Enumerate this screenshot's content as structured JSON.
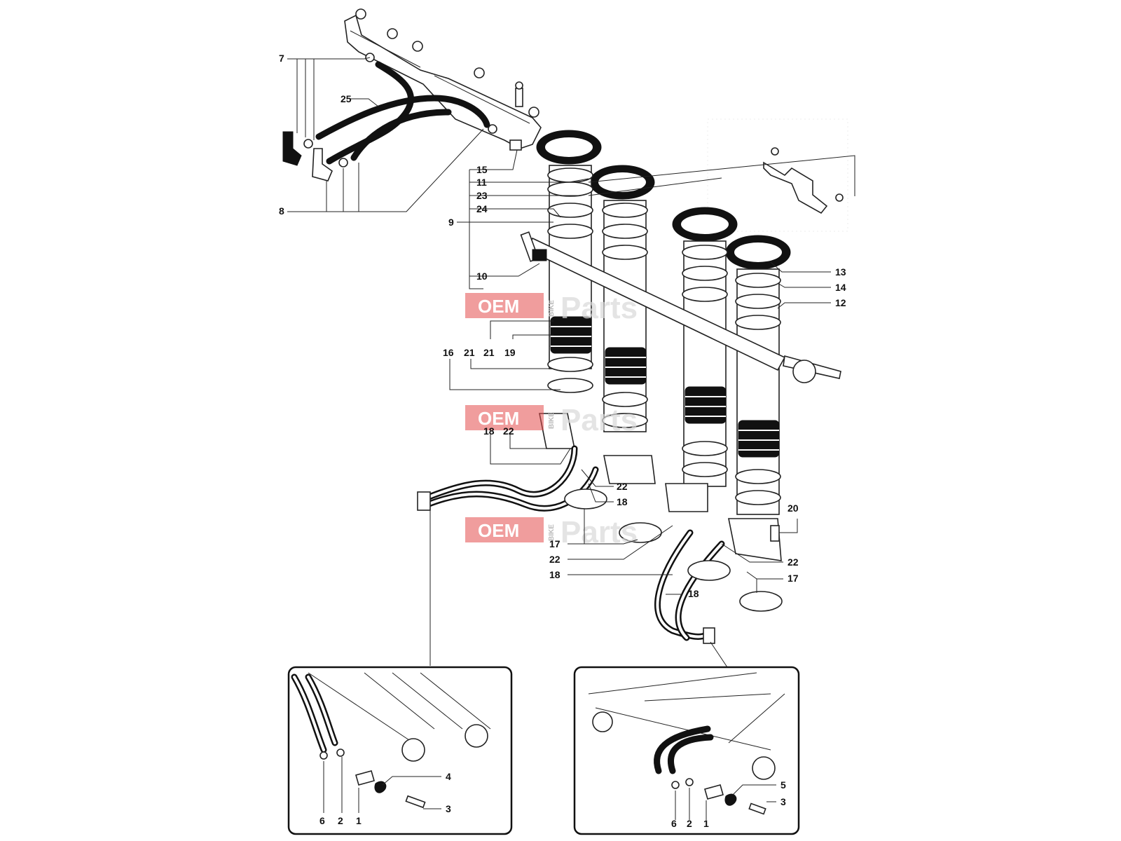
{
  "callouts": [
    {
      "id": "c7",
      "text": "7"
    },
    {
      "id": "c25",
      "text": "25"
    },
    {
      "id": "c8",
      "text": "8"
    },
    {
      "id": "c15",
      "text": "15"
    },
    {
      "id": "c11",
      "text": "11"
    },
    {
      "id": "c23",
      "text": "23"
    },
    {
      "id": "c24",
      "text": "24"
    },
    {
      "id": "c9",
      "text": "9"
    },
    {
      "id": "c10",
      "text": "10"
    },
    {
      "id": "c13",
      "text": "13"
    },
    {
      "id": "c14",
      "text": "14"
    },
    {
      "id": "c12",
      "text": "12"
    },
    {
      "id": "c21a",
      "text": "21"
    },
    {
      "id": "c16",
      "text": "16"
    },
    {
      "id": "c21b",
      "text": "21"
    },
    {
      "id": "c19",
      "text": "19"
    },
    {
      "id": "c18a",
      "text": "18"
    },
    {
      "id": "c22a",
      "text": "22"
    },
    {
      "id": "c22b",
      "text": "22"
    },
    {
      "id": "c18b",
      "text": "18"
    },
    {
      "id": "c20",
      "text": "20"
    },
    {
      "id": "c17a",
      "text": "17"
    },
    {
      "id": "c22c",
      "text": "22"
    },
    {
      "id": "c22d",
      "text": "22"
    },
    {
      "id": "c18c",
      "text": "18"
    },
    {
      "id": "c17b",
      "text": "17"
    },
    {
      "id": "c18d",
      "text": "18"
    },
    {
      "id": "c4",
      "text": "4"
    },
    {
      "id": "c6a",
      "text": "6"
    },
    {
      "id": "c2a",
      "text": "2"
    },
    {
      "id": "c1a",
      "text": "1"
    },
    {
      "id": "c3a",
      "text": "3"
    },
    {
      "id": "c5",
      "text": "5"
    },
    {
      "id": "c6b",
      "text": "6"
    },
    {
      "id": "c2b",
      "text": "2"
    },
    {
      "id": "c1b",
      "text": "1"
    },
    {
      "id": "c3b",
      "text": "3"
    }
  ],
  "watermark": {
    "oem": "OEM",
    "bike": "BIKE",
    "parts": "Parts"
  }
}
